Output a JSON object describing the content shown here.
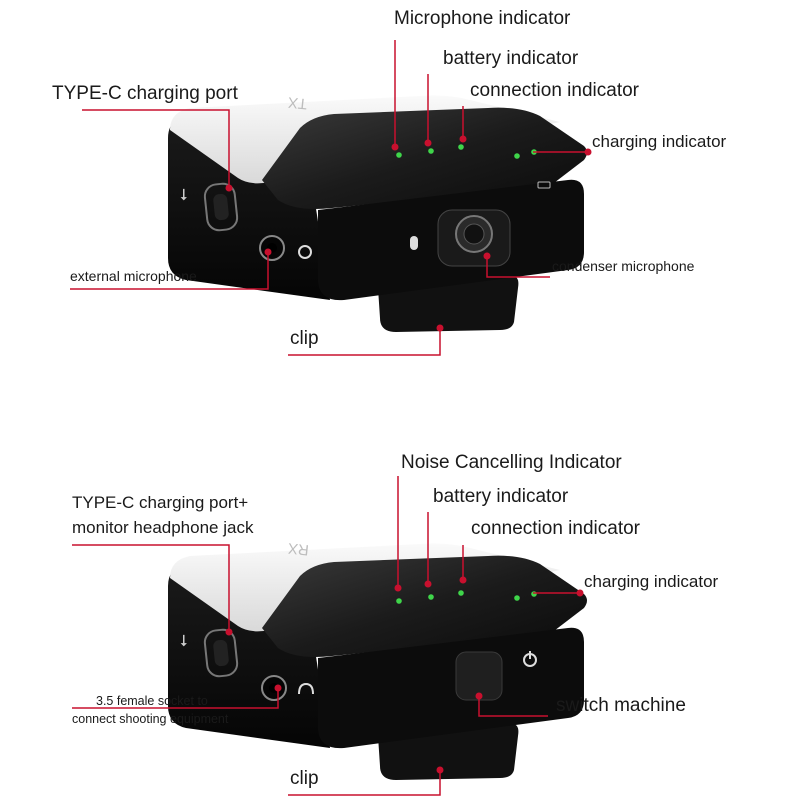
{
  "colors": {
    "callout": "#c8102e",
    "body_dark": "#111111",
    "body_light": "#ededed",
    "led": "#3fd54a"
  },
  "top_device": {
    "device_label": "TX",
    "labels": {
      "microphone_indicator": "Microphone indicator",
      "battery_indicator": "battery indicator",
      "connection_indicator": "connection indicator",
      "charging_indicator": "charging indicator",
      "typec_port": "TYPE-C charging port",
      "external_microphone": "external microphone",
      "condenser_microphone": "condenser microphone",
      "clip": "clip"
    }
  },
  "bottom_device": {
    "device_label": "RX",
    "labels": {
      "noise_cancelling_indicator": "Noise Cancelling Indicator",
      "battery_indicator": "battery indicator",
      "connection_indicator": "connection indicator",
      "charging_indicator": "charging indicator",
      "typec_port_line1": "TYPE-C charging port+",
      "typec_port_line2": "monitor headphone jack",
      "socket_line1": "3.5 female socket to",
      "socket_line2": "connect shooting equipment",
      "switch": "switch machine",
      "clip": "clip"
    }
  }
}
